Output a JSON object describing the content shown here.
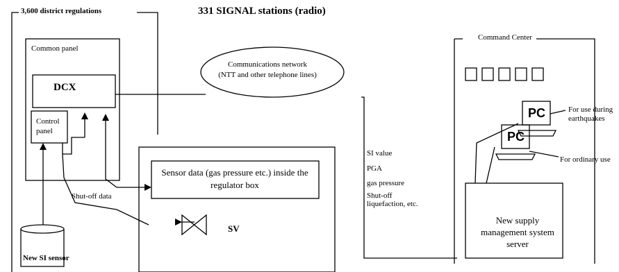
{
  "title": "331 SIGNAL stations (radio)",
  "district_label": "3,600 district regulations",
  "common_panel": "Common panel",
  "dcx": "DCX",
  "control_panel": "Control panel",
  "network": {
    "line1": "Communications network",
    "line2": "(NTT and other telephone lines)"
  },
  "sensor_data": "Sensor data (gas pressure etc.) inside the regulator box",
  "sv": "SV",
  "shutoff_data": "Shut-off data",
  "new_si_sensor": "New SI sensor",
  "command_center": "Command Center",
  "pc_label": "PC",
  "pc_earthquake_note": "For use during earthquakes",
  "pc_ordinary_note": "For ordinary use",
  "server": "New supply management system server",
  "data_items": [
    "SI value",
    "PGA",
    "gas pressure",
    "Shut-off",
    "liquefaction, etc."
  ],
  "colors": {
    "line": "#000000",
    "background": "#ffffff"
  }
}
